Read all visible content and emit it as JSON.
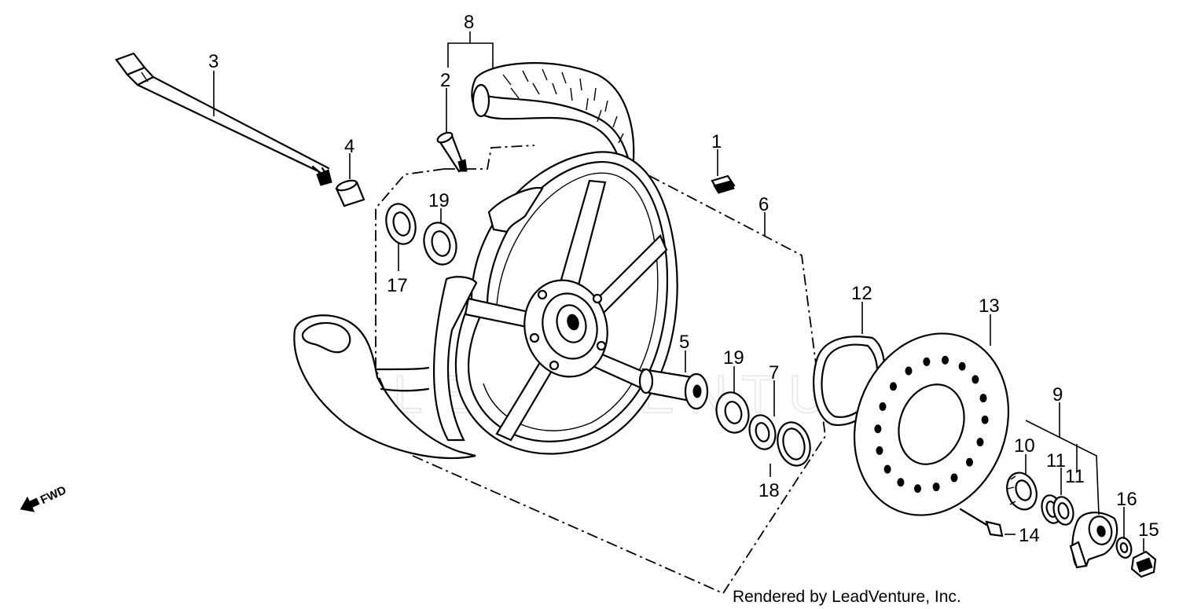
{
  "diagram": {
    "callouts": [
      {
        "id": "1",
        "label": "1"
      },
      {
        "id": "2",
        "label": "2"
      },
      {
        "id": "3",
        "label": "3"
      },
      {
        "id": "4",
        "label": "4"
      },
      {
        "id": "5",
        "label": "5"
      },
      {
        "id": "6",
        "label": "6"
      },
      {
        "id": "7",
        "label": "7"
      },
      {
        "id": "8",
        "label": "8"
      },
      {
        "id": "9",
        "label": "9"
      },
      {
        "id": "10",
        "label": "10"
      },
      {
        "id": "11a",
        "label": "11"
      },
      {
        "id": "11b",
        "label": "11"
      },
      {
        "id": "12",
        "label": "12"
      },
      {
        "id": "13",
        "label": "13"
      },
      {
        "id": "14",
        "label": "14"
      },
      {
        "id": "15",
        "label": "15"
      },
      {
        "id": "16",
        "label": "16"
      },
      {
        "id": "17",
        "label": "17"
      },
      {
        "id": "18",
        "label": "18"
      },
      {
        "id": "19a",
        "label": "19"
      },
      {
        "id": "19b",
        "label": "19"
      }
    ],
    "fwd_label": "FWD",
    "credit": "Rendered by LeadVenture, Inc.",
    "watermark": "LEADVENTURE"
  }
}
